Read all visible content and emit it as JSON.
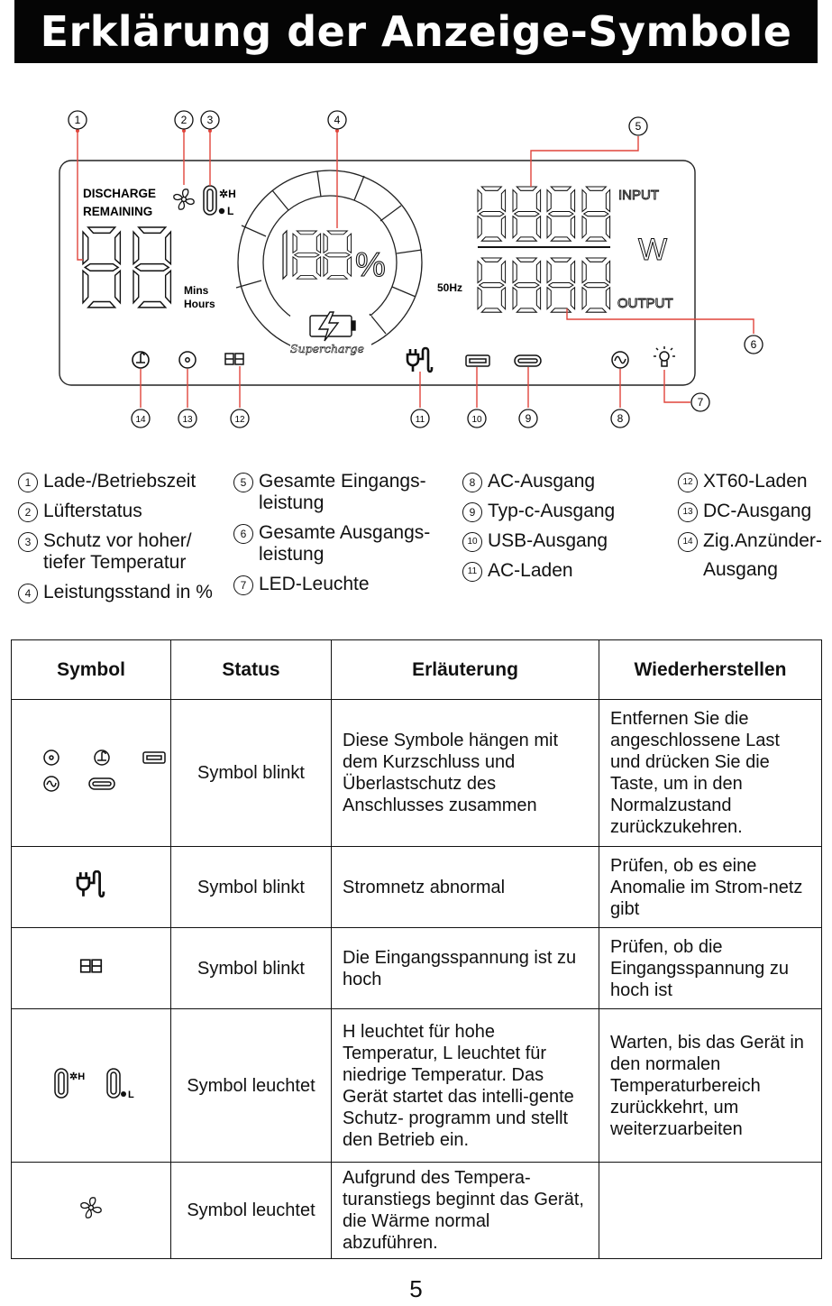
{
  "title": "Erklärung der Anzeige-Symbole",
  "display": {
    "discharge": "DISCHARGE",
    "remaining": "REMAINING",
    "mins": "Mins",
    "hours": "Hours",
    "temp_high": "H",
    "temp_low": "L",
    "percent_sign": "%",
    "supercharge": "Supercharge",
    "input": "INPUT",
    "output": "OUTPUT",
    "watt": "W",
    "hz": "50Hz",
    "callouts": [
      "1",
      "2",
      "3",
      "4",
      "5",
      "6",
      "7",
      "8",
      "9",
      "10",
      "11",
      "12",
      "13",
      "14"
    ]
  },
  "legend": [
    [
      {
        "num": "1",
        "text": "Lade-/Betriebszeit"
      },
      {
        "num": "2",
        "text": "Lüfterstatus"
      },
      {
        "num": "3",
        "text": "Schutz vor hoher/\ntiefer Temperatur"
      },
      {
        "num": "4",
        "text": "Leistungsstand in %"
      }
    ],
    [
      {
        "num": "5",
        "text": "Gesamte Eingangs-\nleistung"
      },
      {
        "num": "6",
        "text": "Gesamte Ausgangs-\n    leistung"
      },
      {
        "num": "7",
        "text": "LED-Leuchte"
      }
    ],
    [
      {
        "num": "8",
        "text": "AC-Ausgang"
      },
      {
        "num": "9",
        "text": "Typ-c-Ausgang"
      },
      {
        "num": "10",
        "text": "USB-Ausgang"
      },
      {
        "num": "11",
        "text": "AC-Laden"
      }
    ],
    [
      {
        "num": "12",
        "text": "XT60-Laden"
      },
      {
        "num": "13",
        "text": "DC-Ausgang"
      },
      {
        "num": "14",
        "text": "Zig.Anzünder-\nAusgang"
      }
    ]
  ],
  "table": {
    "headers": [
      "Symbol",
      "Status",
      "Erläuterung",
      "Wiederherstellen"
    ],
    "rows": [
      {
        "status": "Symbol blinkt",
        "explanation": "Diese Symbole hängen mit dem Kurzschluss und Überlastschutz des Anschlusses zusammen",
        "restore": "Entfernen Sie die angeschlossene Last und drücken Sie die Taste, um in den Normalzustand zurückzukehren."
      },
      {
        "status": "Symbol blinkt",
        "explanation": "Stromnetz abnormal",
        "restore": "Prüfen, ob es eine Anomalie im Strom-netz gibt"
      },
      {
        "status": "Symbol blinkt",
        "explanation": "Die Eingangsspannung ist zu hoch",
        "restore": "Prüfen, ob die Eingangsspannung zu hoch ist"
      },
      {
        "status": "Symbol leuchtet",
        "explanation": "H leuchtet für hohe Temperatur, L leuchtet für niedrige Temperatur. Das Gerät startet das intelli-gente Schutz- programm und stellt den Betrieb ein.",
        "restore": "Warten, bis das Gerät in den normalen Temperaturbereich zurückkehrt, um weiterzuarbeiten"
      },
      {
        "status": "Symbol leuchtet",
        "explanation": "Aufgrund des Tempera-turanstiegs beginnt das Gerät, die Wärme normal abzuführen.",
        "restore": ""
      }
    ]
  },
  "page_number": "5"
}
